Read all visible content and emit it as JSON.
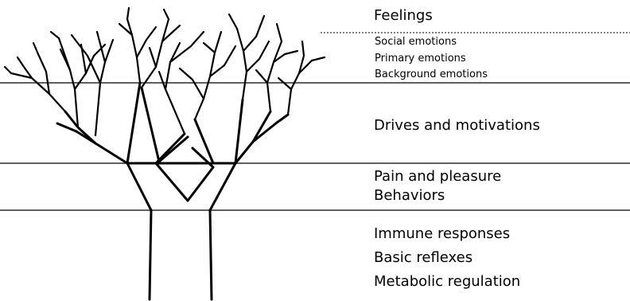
{
  "labels": {
    "feelings": "Feelings",
    "social_emotions": "Social emotions",
    "primary_emotions": "Primary emotions",
    "background_emotions": "Background emotions",
    "drives": "Drives and motivations",
    "pain_pleasure": "Pain and pleasure",
    "behaviors": "Behaviors",
    "immune": "Immune responses",
    "reflexes": "Basic reflexes",
    "metabolic": "Metabolic regulation"
  },
  "colors": {
    "ink": "#000000",
    "background": "#ffffff"
  }
}
